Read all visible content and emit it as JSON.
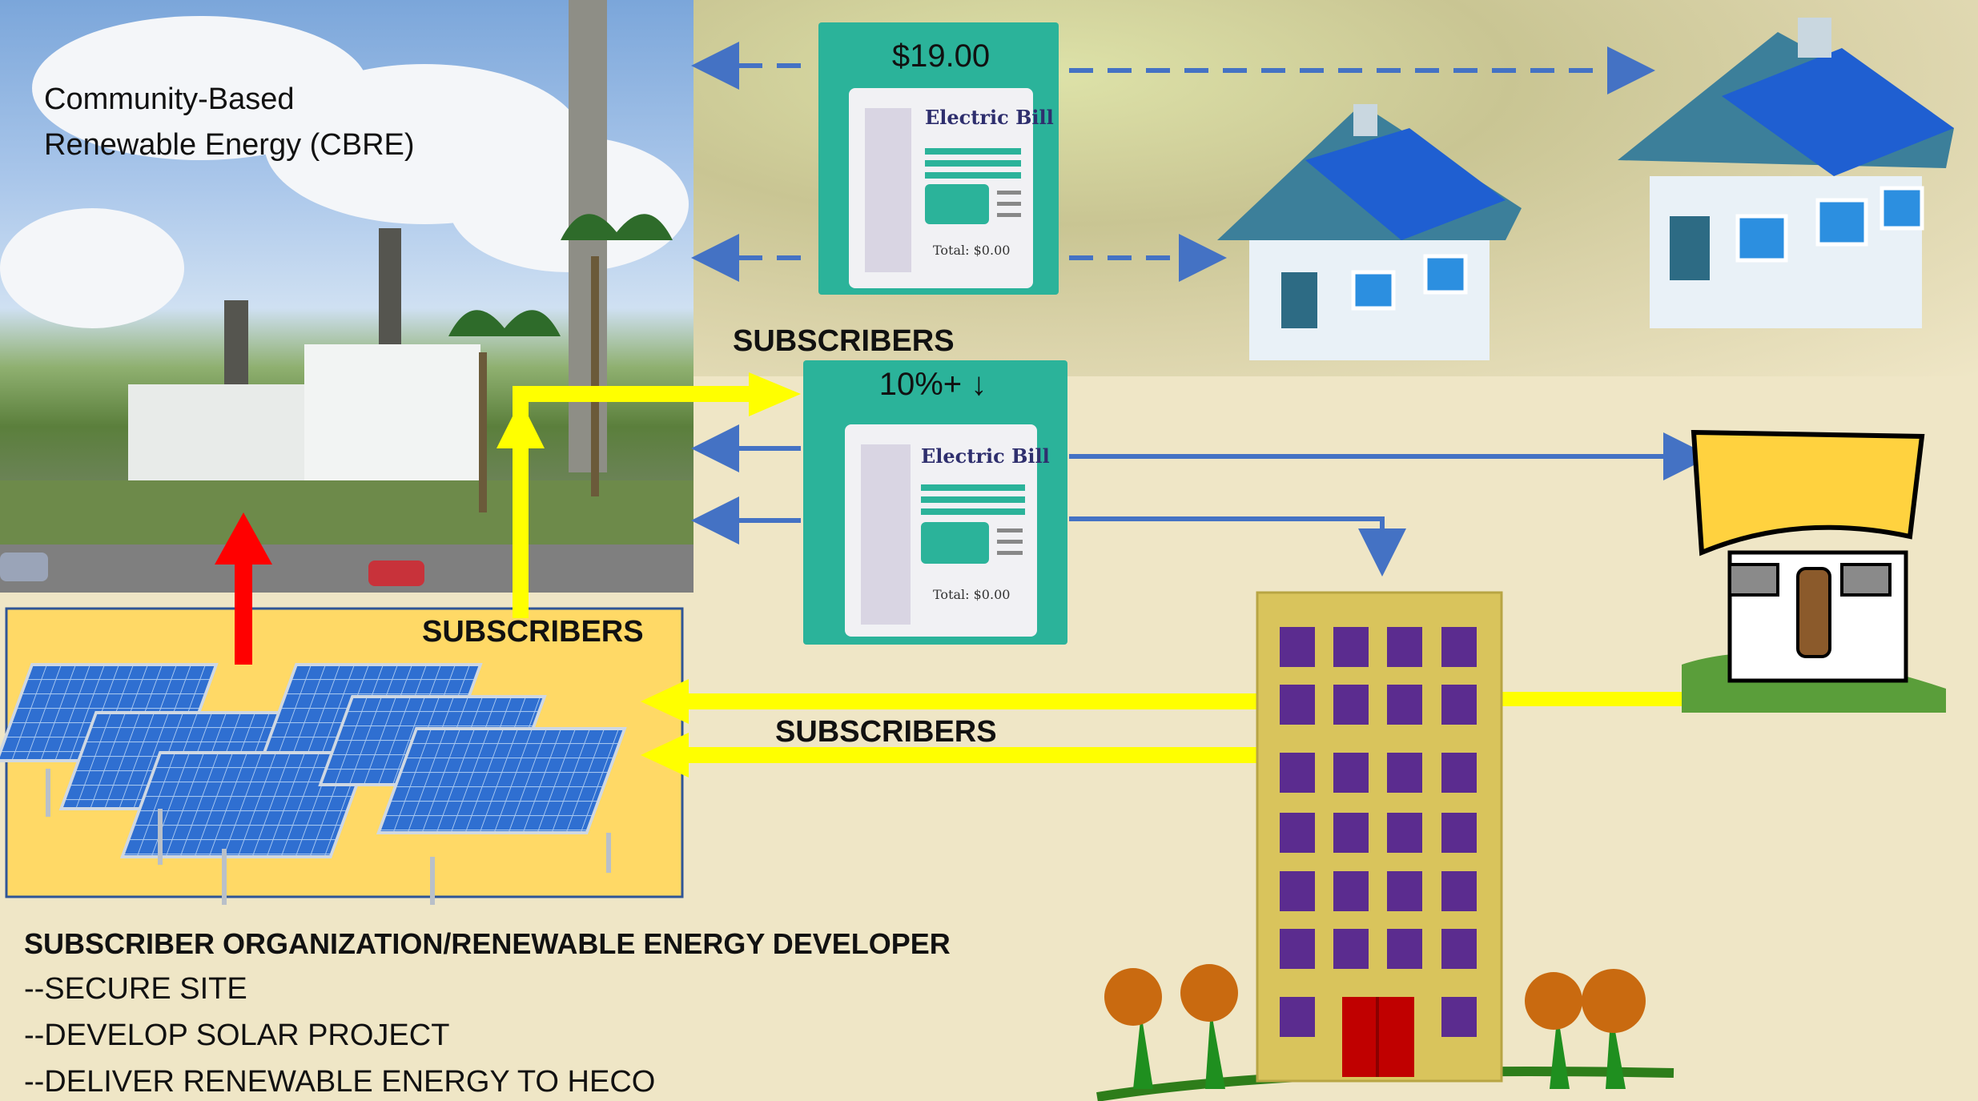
{
  "title": {
    "line1": "Community-Based",
    "line2": "Renewable Energy (CBRE)"
  },
  "bills": {
    "top": {
      "amount": "$19.00",
      "doc_title": "Electric Bill",
      "doc_total": "Total: $0.00"
    },
    "middle": {
      "amount": "10%+ ↓",
      "doc_title": "Electric Bill",
      "doc_total": "Total: $0.00"
    }
  },
  "subscribers_labels": {
    "top": "SUBSCRIBERS",
    "left": "SUBSCRIBERS",
    "middle": "SUBSCRIBERS"
  },
  "organization": {
    "heading": "SUBSCRIBER ORGANIZATION/RENEWABLE ENERGY DEVELOPER",
    "steps": [
      "--SECURE SITE",
      "--DEVELOP SOLAR PROJECT",
      "--DELIVER RENEWABLE ENERGY TO HECO"
    ]
  },
  "colors": {
    "yellow_arrow": "#ffff00",
    "red_arrow": "#ff0000",
    "blue_arrow": "#4472c4",
    "solar_box": "#ffd966",
    "bill_teal": "#2bb39a",
    "building": "#d9c45c",
    "windows": "#5b2c8f"
  }
}
